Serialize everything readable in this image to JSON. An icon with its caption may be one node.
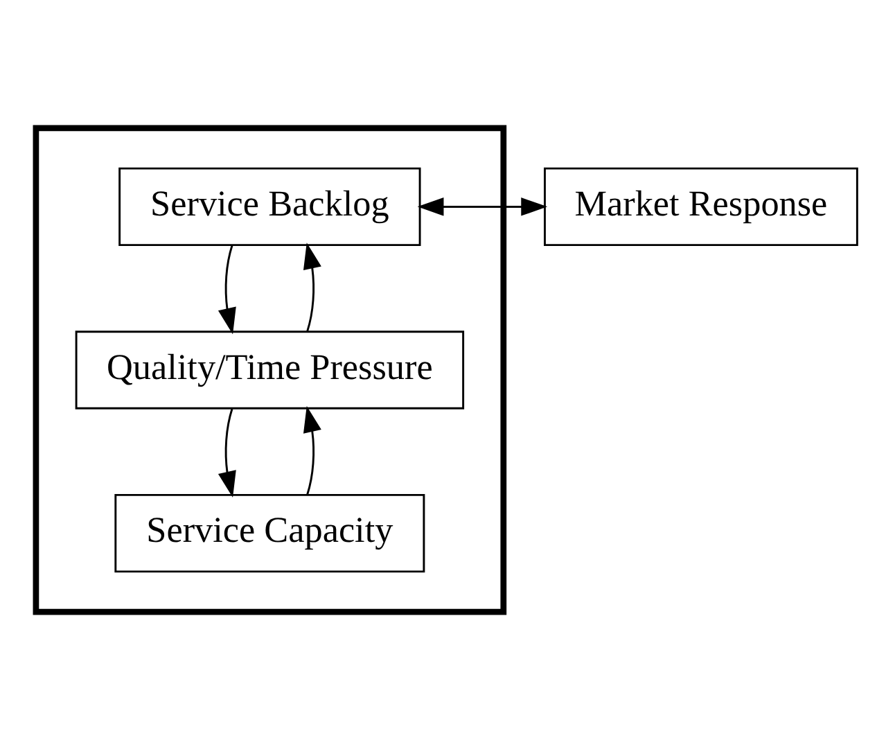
{
  "diagram": {
    "nodes": [
      {
        "text": [],
        "shape": "box"
      },
      {
        "text": [
          "Service Backlog"
        ],
        "in": 0
      },
      {
        "text": [
          "Quality/Time Pressure"
        ],
        "in": 0
      },
      {
        "text": [
          "Service Capacity"
        ],
        "in": 0
      },
      {
        "text": [
          "Market Response"
        ]
      }
    ],
    "edges": [
      {
        "from": 4,
        "to": 1,
        "arrow": "to"
      },
      {
        "from": 1,
        "to": 4,
        "arrow": "to"
      },
      {
        "from": 1,
        "to": 2,
        "arrow": "to"
      },
      {
        "from": 2,
        "to": 1,
        "arrow": "to"
      },
      {
        "from": 2,
        "to": 3,
        "arrow": "to"
      },
      {
        "from": 3,
        "to": 2,
        "arrow": "to"
      }
    ]
  }
}
